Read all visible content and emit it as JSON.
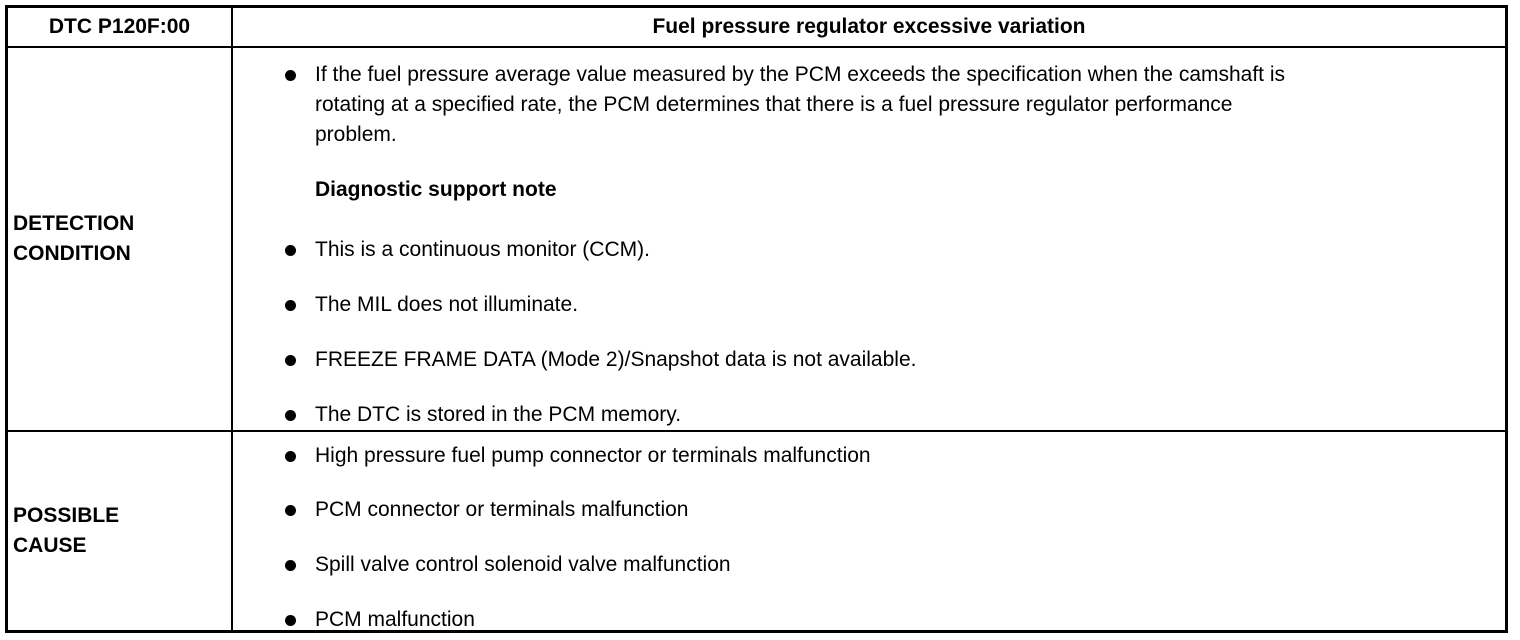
{
  "header": {
    "code": "DTC P120F:00",
    "description": "Fuel pressure regulator excessive variation"
  },
  "detection": {
    "label_line1": "DETECTION",
    "label_line2": "CONDITION",
    "main_item_lines": [
      "If the fuel pressure average value measured by the PCM exceeds the specification when the camshaft is",
      "rotating at a specified rate, the PCM determines that there is a fuel pressure regulator performance",
      "problem."
    ],
    "support_note_heading": "Diagnostic support note",
    "support_items": [
      "This is a continuous monitor (CCM).",
      "The MIL does not illuminate.",
      "FREEZE FRAME DATA (Mode 2)/Snapshot data is not available.",
      "The DTC is stored in the PCM memory."
    ]
  },
  "possible_cause": {
    "label_line1": "POSSIBLE",
    "label_line2": "CAUSE",
    "items": [
      "High pressure fuel pump connector or terminals malfunction",
      "PCM connector or terminals malfunction",
      "Spill valve control solenoid valve malfunction",
      "PCM malfunction"
    ]
  }
}
